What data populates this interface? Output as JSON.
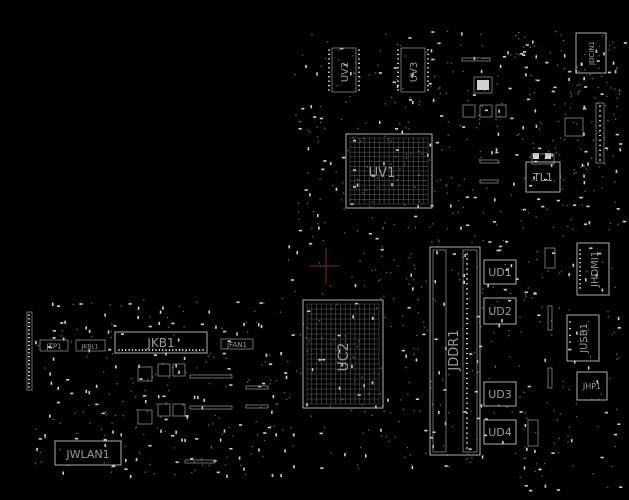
{
  "components": {
    "uv1": "UV1",
    "uv2": "UV2",
    "uv3": "UV3",
    "uc2": "UC2",
    "jddr1": "JDDR1",
    "ud1": "UD1",
    "ud2": "UD2",
    "ud3": "UD3",
    "ud4": "UD4",
    "tl1": "TL1",
    "jhdmi1": "JHDMI1",
    "jusb1": "JUSB1",
    "jhp1": "JHP1",
    "jdcin1": "JDCIN1",
    "jkb1": "JKB1",
    "jtp1": "JTP1",
    "jkbl1": "JKBL1",
    "jfan1": "JFAN1",
    "jwlan1": "JWLAN1"
  },
  "colors": {
    "background": "#000000",
    "outline": "#bfbfbf",
    "pad": "#d8d8d8",
    "via": "#2e7f86",
    "crosshair": "#b03030"
  }
}
